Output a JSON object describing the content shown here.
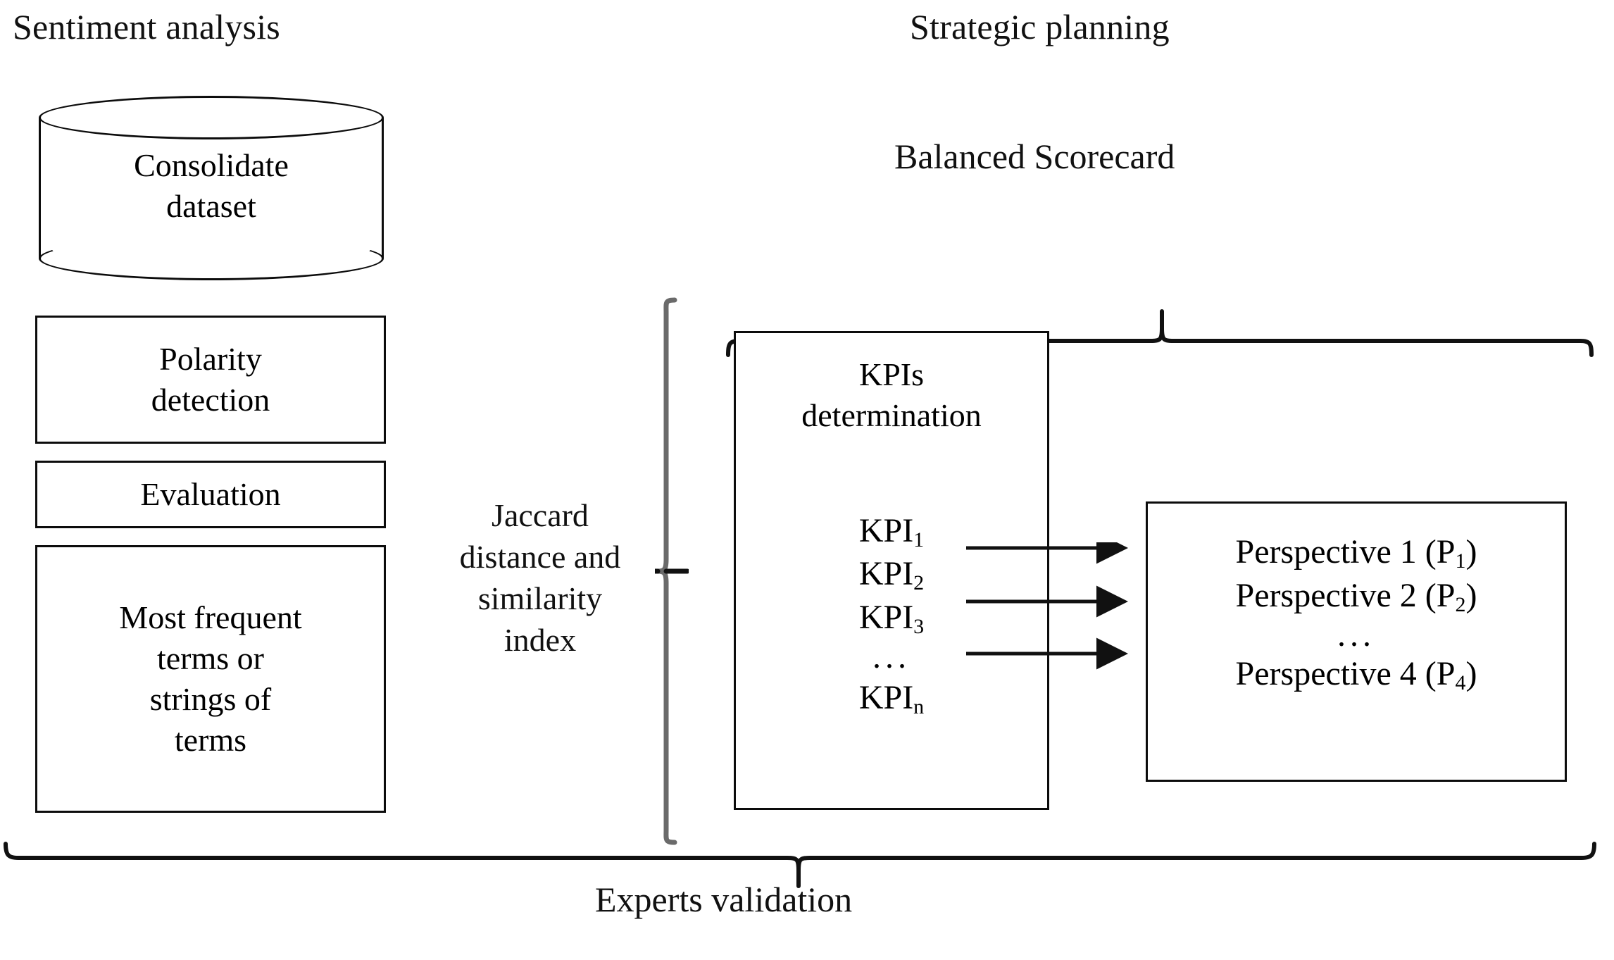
{
  "headings": {
    "left_section": "Sentiment analysis",
    "right_section": "Strategic planning",
    "balanced_scorecard": "Balanced Scorecard",
    "experts_validation": "Experts validation"
  },
  "sentiment_analysis": {
    "datastore": {
      "shape": "cylinder",
      "label": "Consolidate\ndataset"
    },
    "steps": [
      {
        "label": "Polarity\ndetection"
      },
      {
        "label": "Evaluation"
      },
      {
        "label": "Most frequent\nterms or\nstrings of\nterms"
      }
    ]
  },
  "connector": {
    "label": "Jaccard\ndistance and\nsimilarity\nindex",
    "brace": "right-curly-brace"
  },
  "strategic_planning": {
    "kpis_box": {
      "heading": "KPIs\ndetermination",
      "items": [
        {
          "base": "KPI",
          "sub": "1"
        },
        {
          "base": "KPI",
          "sub": "2"
        },
        {
          "base": "KPI",
          "sub": "3"
        }
      ],
      "ellipsis": "...",
      "last_item": {
        "base": "KPI",
        "sub": "n"
      }
    },
    "perspectives_box": {
      "items": [
        {
          "text": "Perspective 1 (P",
          "sub": "1",
          "tail": ")"
        },
        {
          "text": "Perspective 2 (P",
          "sub": "2",
          "tail": ")"
        }
      ],
      "ellipsis": "...",
      "last_item": {
        "text": "Perspective 4 (P",
        "sub": "4",
        "tail": ")"
      }
    },
    "arrow_count": 3
  },
  "style": {
    "stroke": "#0c0c0c",
    "brace_stroke": "#6a6a6a",
    "brace_stroke_dark": "#111111",
    "background": "#ffffff",
    "text": "#111111"
  }
}
